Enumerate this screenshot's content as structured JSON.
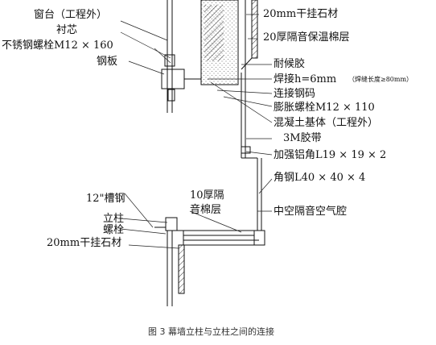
{
  "diagram": {
    "caption": "图 3  幕墙立柱与立柱之间的连接",
    "left_labels": {
      "window_sill": "窗台（工程外）",
      "liner": "衬芯",
      "ss_bolt": "不锈钢螺栓M12 × 160",
      "steel_plate": "钢板",
      "channel_steel": "12\"槽钢",
      "column": "立柱",
      "bolt": "螺栓",
      "dry_stone_bottom": "20mm干挂石材"
    },
    "right_labels": {
      "dry_stone_top": "20mm干挂石材",
      "insulation": "20厚隔音保温棉层",
      "weather_sealant": "耐候胶",
      "weld_main": "焊接h=6mm",
      "weld_note": "（焊缝长度≥80mm）",
      "connector": "连接钢码",
      "expansion_bolt": "膨胀螺栓M12 × 110",
      "concrete": "混凝土基体（工程外）",
      "tape": "3M胶带",
      "al_angle": "加强铝角L19 × 19 × 2",
      "steel_angle": "角钢L40 × 40 × 4",
      "sound_cotton_1": "10厚隔",
      "sound_cotton_2": "音棉层",
      "air_cavity": "中空隔音空气腔"
    }
  },
  "colors": {
    "ink": "#111111",
    "hatch": "#333333",
    "caption": "#333333"
  }
}
